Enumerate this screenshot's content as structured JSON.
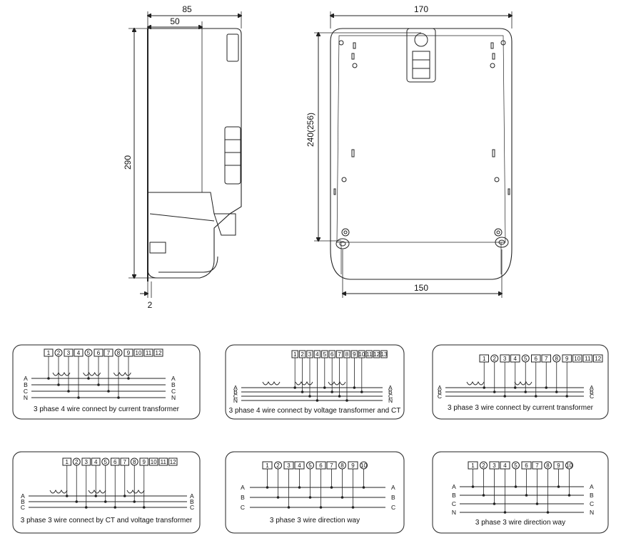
{
  "drawing": {
    "side_view": {
      "dim_width": "85",
      "dim_inner": "50",
      "dim_height": "290",
      "dim_thickness": "2"
    },
    "front_view": {
      "dim_width": "170",
      "dim_height": "240(256)",
      "dim_mount": "150"
    }
  },
  "wiring": [
    {
      "caption": "3 phase 4 wire connect by current transformer",
      "terminals": [
        "1",
        "2",
        "3",
        "4",
        "5",
        "6",
        "7",
        "8",
        "9",
        "10",
        "11",
        "12"
      ],
      "lines": [
        "A",
        "B",
        "C",
        "N"
      ]
    },
    {
      "caption": "3 phase 4 wire connect by voltage transformer and CT",
      "terminals": [
        "1",
        "2",
        "3",
        "4",
        "5",
        "6",
        "7",
        "8",
        "9",
        "10",
        "11",
        "12",
        "13"
      ],
      "lines": [
        "A",
        "B",
        "C",
        "N"
      ]
    },
    {
      "caption": "3 phase 3 wire connect by current transformer",
      "terminals": [
        "1",
        "2",
        "3",
        "4",
        "5",
        "6",
        "7",
        "8",
        "9",
        "10",
        "11",
        "12"
      ],
      "lines": [
        "A",
        "B",
        "C"
      ]
    },
    {
      "caption": "3 phase 3 wire connect by CT and voltage transformer",
      "terminals": [
        "1",
        "2",
        "3",
        "4",
        "5",
        "6",
        "7",
        "8",
        "9",
        "10",
        "11",
        "12"
      ],
      "lines": [
        "A",
        "B",
        "C"
      ]
    },
    {
      "caption": "3 phase 3 wire direction way",
      "terminals": [
        "1",
        "2",
        "3",
        "4",
        "5",
        "6",
        "7",
        "8",
        "9",
        "10"
      ],
      "lines": [
        "A",
        "B",
        "C"
      ]
    },
    {
      "caption": "3 phase 3 wire direction way",
      "terminals": [
        "1",
        "2",
        "3",
        "4",
        "5",
        "6",
        "7",
        "8",
        "9",
        "10"
      ],
      "lines": [
        "A",
        "B",
        "C",
        "N"
      ]
    }
  ]
}
